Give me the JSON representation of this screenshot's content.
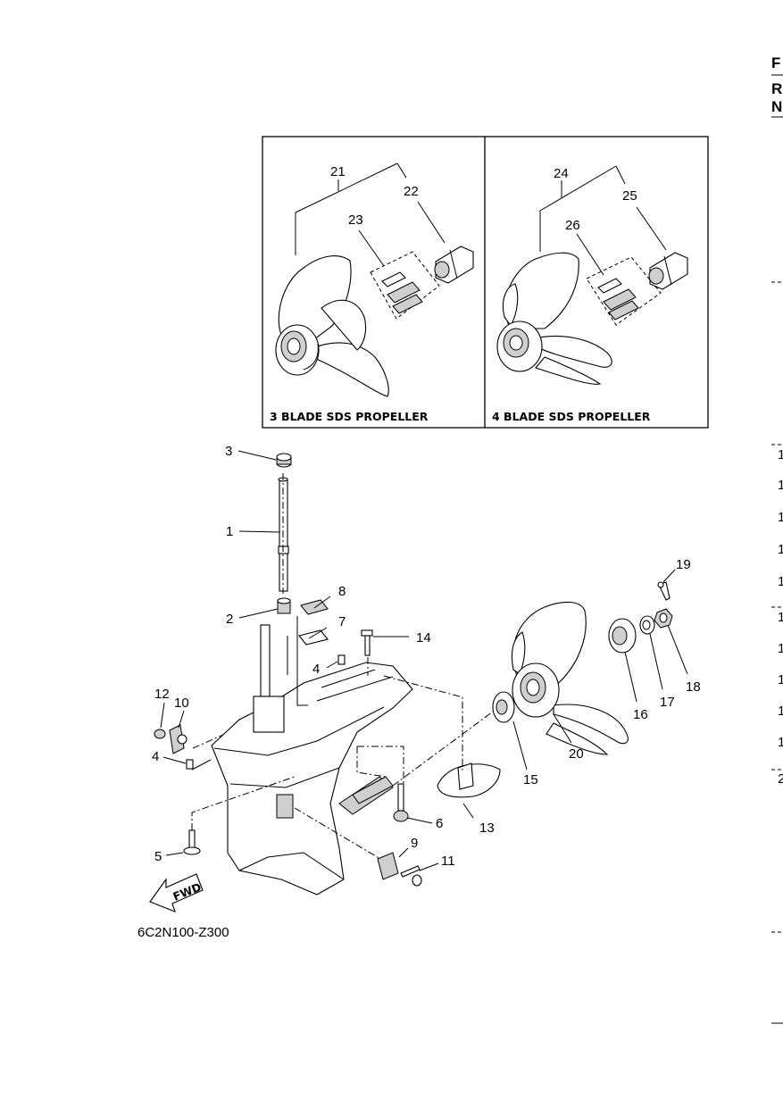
{
  "page": {
    "edge_top": [
      "F",
      "R",
      "N"
    ],
    "edge_right_numbers": [
      "1",
      "1",
      "1",
      "1",
      "1",
      "1",
      "1",
      "1",
      "1",
      "1",
      "2"
    ]
  },
  "inset_left": {
    "caption": "3 BLADE SDS PROPELLER",
    "labels": [
      "21",
      "22",
      "23"
    ]
  },
  "inset_right": {
    "caption": "4 BLADE SDS PROPELLER",
    "labels": [
      "24",
      "25",
      "26"
    ]
  },
  "callouts": [
    "1",
    "2",
    "3",
    "4",
    "4",
    "5",
    "6",
    "7",
    "8",
    "9",
    "10",
    "11",
    "12",
    "13",
    "14",
    "15",
    "16",
    "17",
    "18",
    "19",
    "20"
  ],
  "fwd_label": "FWD",
  "diagram_code": "6C2N100-Z300"
}
